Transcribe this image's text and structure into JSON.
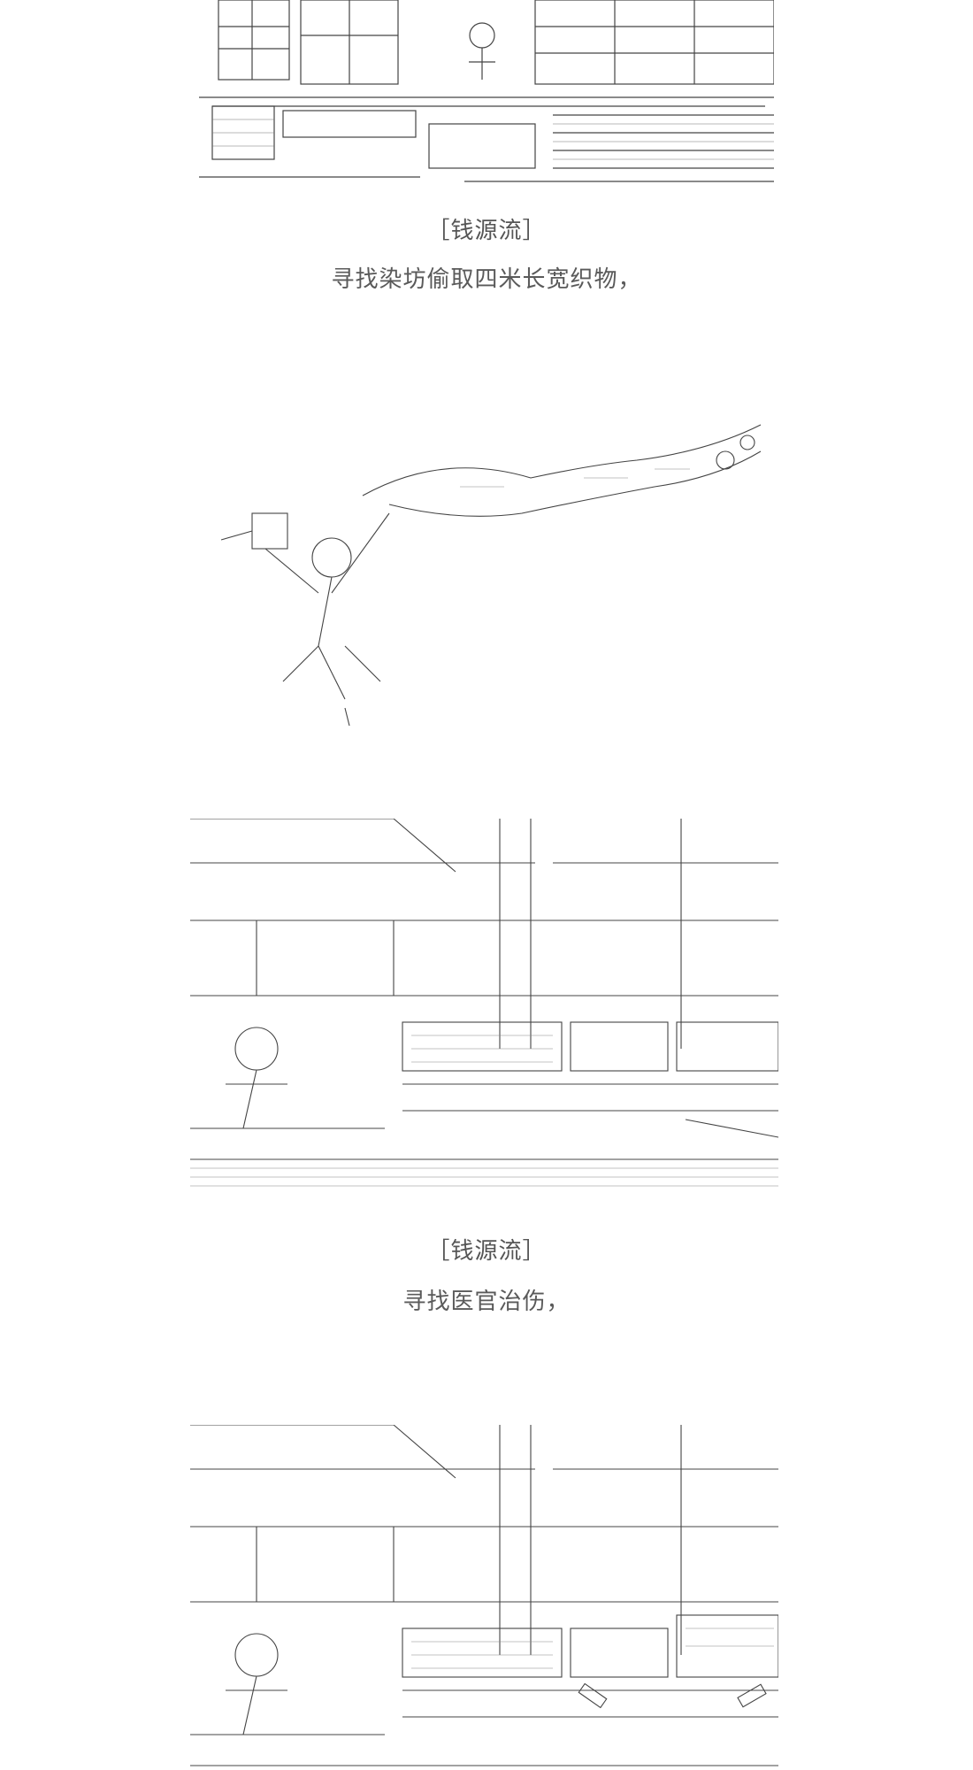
{
  "panels": [
    {
      "speaker": "［钱源流］",
      "line": "寻找染坊偷取四米长宽织物，"
    },
    {
      "speaker": "［钱源流］",
      "line": "寻找医官治伤，"
    }
  ],
  "colors": {
    "ink": "#3a3a3a",
    "caption": "#555555",
    "background": "#ffffff"
  }
}
